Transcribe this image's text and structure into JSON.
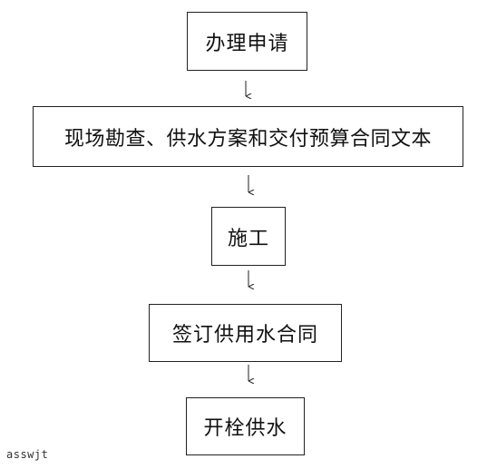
{
  "steps": [
    {
      "label": "办理申请"
    },
    {
      "label": "现场勘查、供水方案和交付预算合同文本"
    },
    {
      "label": "施工"
    },
    {
      "label": "签订供用水合同"
    },
    {
      "label": "开栓供水"
    }
  ],
  "connector": {
    "type": "down-arrow",
    "color": "#222222"
  },
  "watermark": "asswjt"
}
